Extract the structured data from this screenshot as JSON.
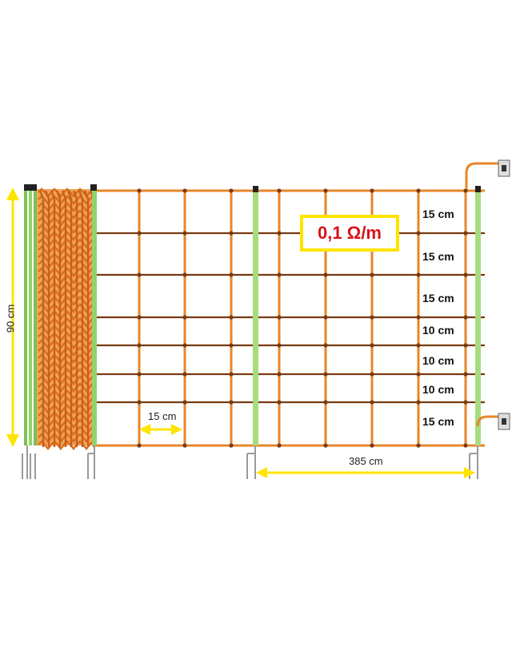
{
  "diagram": {
    "total_height": "90 cm",
    "resistance": "0,1 Ω/m",
    "mesh_width": "15 cm",
    "post_spacing": "385 cm",
    "row_spacings": [
      "15 cm",
      "15 cm",
      "15 cm",
      "10 cm",
      "10 cm",
      "10 cm",
      "15 cm"
    ],
    "colors": {
      "wire_orange": "#e8862a",
      "wire_dark": "#7a3a12",
      "post_green": "#8fd36a",
      "dimension_yellow": "#ffe400",
      "resistance_red": "#d8121a"
    }
  }
}
